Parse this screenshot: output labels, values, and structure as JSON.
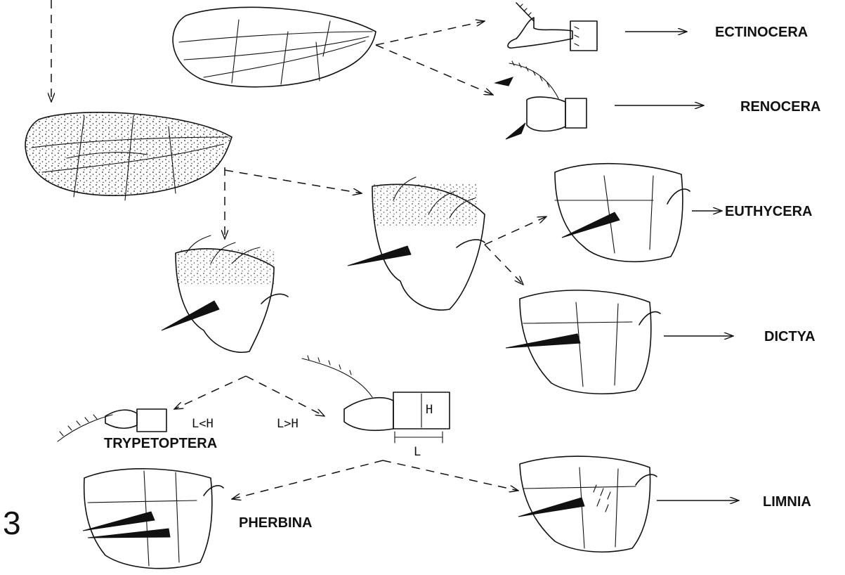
{
  "figure_number": "3",
  "genera": {
    "ectinocera": "ECTINOCERA",
    "renocera": "RENOCERA",
    "euthycera": "EUTHYCERA",
    "dictya": "DICTYA",
    "trypetoptera": "TRYPETOPTERA",
    "pherbina": "PHERBINA",
    "limnia": "LIMNIA"
  },
  "antenna_criteria": {
    "left_branch": "L<H",
    "right_branch": "L>H",
    "height_symbol": "H",
    "length_symbol": "L"
  },
  "colors": {
    "ink": "#111111",
    "paper": "#ffffff"
  }
}
